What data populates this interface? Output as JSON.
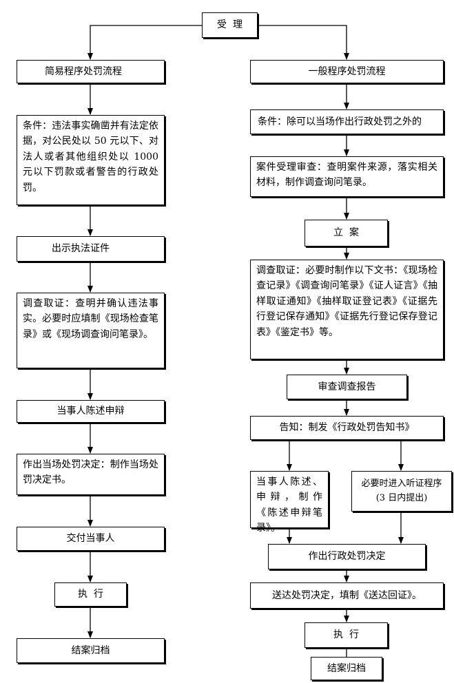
{
  "nodes": {
    "accept": "受  理",
    "simple_title": "简易程序处罚流程",
    "general_title": "一般程序处罚流程",
    "simple_condition": "条件：违法事实确凿并有法定依据，对公民处以 50 元以下、对法人或者其他组织处以 1000 元以下罚款或者警告的行政处罚。",
    "show_certificate": "出示执法证件",
    "simple_investigation": "调查取证：查明并确认违法事实。必要时应填制《现场检查笔录》或《现场调查询问笔录》。",
    "party_statement": "当事人陈述申辩",
    "onsite_decision": "作出当场处罚决定：制作当场处罚决定书。",
    "deliver_party": "交付当事人",
    "simple_execute": "执  行",
    "simple_close": "结案归档",
    "general_condition": "条件：除可以当场作出行政处罚之外的",
    "case_review": "案件受理审查：查明案件来源，落实相关材料，制作调查询问笔录。",
    "file_case": "立  案",
    "general_investigation": "调查取证：必要时制作以下文书：《现场检查记录》《调查询问笔录》《证人证言》《抽样取证通知》《抽样取证登记表》《证据先行登记保存通知》《证据先行登记保存登记表》《鉴定书》等。",
    "review_report": "审查调查报告",
    "notify": "告知：制发《行政处罚告知书》",
    "party_statement_general": "当事人陈述、申辩，制作《陈述申辩笔录》。",
    "hearing_line1": "必要时进入听证程序",
    "hearing_line2": "(3 日内提出)",
    "make_decision": "作出行政处罚决定",
    "serve_decision": "送达处罚决定，填制《送达回证》。",
    "general_execute": "执  行",
    "general_close": "结案归档"
  }
}
